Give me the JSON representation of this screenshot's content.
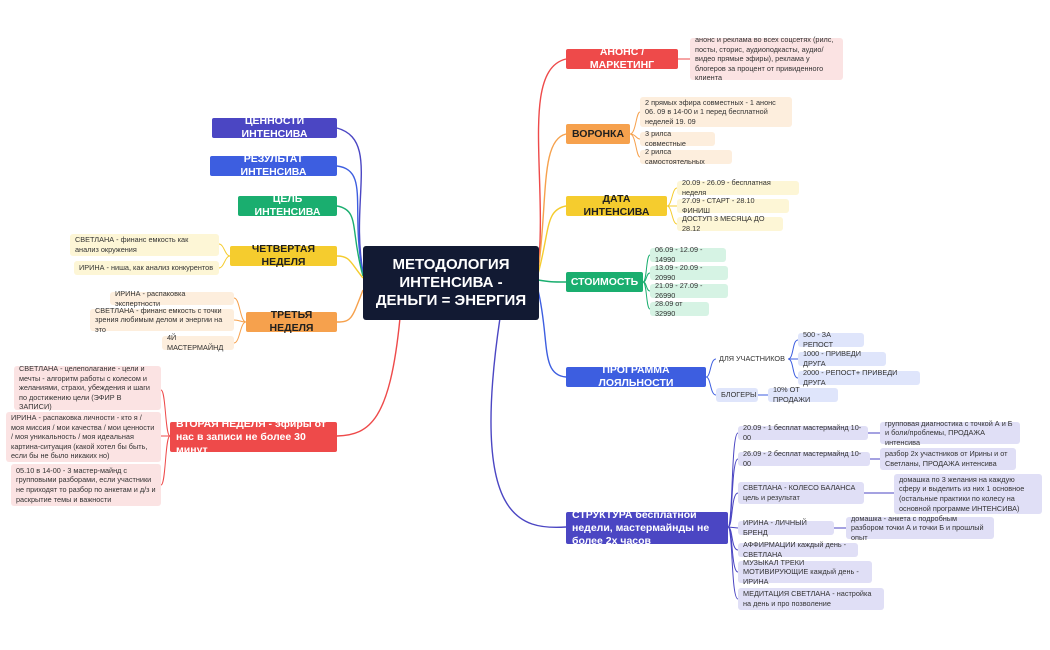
{
  "center": {
    "title": "МЕТОДОЛОГИЯ ИНТЕНСИВА - ДЕНЬГИ = ЭНЕРГИЯ"
  },
  "left": {
    "values": "ЦЕННОСТИ ИНТЕНСИВА",
    "result": "РЕЗУЛЬТАТ ИНТЕНСИВА",
    "goal": "ЦЕЛЬ ИНТЕНСИВА",
    "week4": {
      "title": "ЧЕТВЕРТАЯ НЕДЕЛЯ",
      "items": [
        "СВЕТЛАНА - финанс емкость как анализ окружения",
        "ИРИНА - ниша,  как анализ конкурентов"
      ]
    },
    "week3": {
      "title": "ТРЕТЬЯ НЕДЕЛЯ",
      "items": [
        "ИРИНА - распаковка экспертности",
        "СВЕТЛАНА - финанс емкость с точки зрения любимым делом и энергии на это",
        "4Й МАСТЕРМАЙНД"
      ]
    },
    "week2": {
      "title": "ВТОРАЯ НЕДЕЛЯ - эфиры от нас в записи не более 30 минут",
      "items": [
        "СВЕТЛАНА - целеполагание - цели и мечты - алгоритм работы с колесом и желаниями, страхи, убеждения и шаги по достижению цели (ЭФИР В ЗАПИСИ)",
        "ИРИНА - распаковка личности - кто я / моя миссия / мои качества / мои ценности / моя уникальность / моя идеальная картина-ситуация (какой  хотел бы быть, если бы не было никаких но)",
        "05.10 в 14-00 - 3 мастер-майнд с групповыми разборами, если участники не приходят то разбор по анкетам и д/з и раскрытие темы и важности"
      ]
    }
  },
  "right": {
    "announce": {
      "title": "АНОНС / МАРКЕТИНГ",
      "text": "анонс и реклама во всех соцсетях (рилс, посты, сторис, аудиоподкасты, аудио/видео прямые эфиры), реклама у блогеров за процент от привиденного клиента"
    },
    "funnel": {
      "title": "ВОРОНКА",
      "items": [
        "2 прямых эфира совместных - 1 анонс 06. 09 в 14-00 и 1 перед бесплатной неделей 19. 09",
        "3 рилса совместные",
        "2 рилса самостоятельных"
      ]
    },
    "date": {
      "title": "ДАТА ИНТЕНСИВА",
      "items": [
        "20.09 - 26.09 - бесплатная неделя",
        "27.09 - СТАРТ - 28.10 ФИНИШ",
        "ДОСТУП 3 МЕСЯЦА ДО 28.12"
      ]
    },
    "cost": {
      "title": "СТОИМОСТЬ",
      "items": [
        "06.09 - 12.09 - 14990",
        "13.09 - 20.09 - 20990",
        "21.09 - 27.09 - 26990",
        "28.09 от 32990"
      ]
    },
    "loyalty": {
      "title": "ПРОГРАММА ЛОЯЛЬНОСТИ",
      "participants": "ДЛЯ УЧАСТНИКОВ",
      "participant_items": [
        "500 - ЗА РЕПОСТ",
        "1000 - ПРИВЕДИ ДРУГА",
        "2000 - РЕПОСТ+ ПРИВЕДИ ДРУГА"
      ],
      "bloggers": "БЛОГЕРЫ",
      "blogger_item": "10% ОТ ПРОДАЖИ"
    },
    "structure": {
      "title": "СТРУКТУРА бесплатной недели, мастермайнды не более 2х часов",
      "items": [
        {
          "label": "20.09 - 1 бесплат мастермайнд 10-00",
          "detail": "групповая диагностика с точкой А и Б и боли/проблемы, ПРОДАЖА интенсива"
        },
        {
          "label": "26.09 - 2 бесплат мастермайнд 10-00",
          "detail": "разбор 2х участников от Ирины и от Светланы, ПРОДАЖА интенсива"
        },
        {
          "label": "СВЕТЛАНА - КОЛЕСО БАЛАНСА цель и результат",
          "detail": "домашка по 3 желания на каждую сферу и выделить из них 1 основное (остальные практики по колесу на основной программе ИНТЕНСИВА)"
        },
        {
          "label": "ИРИНА - ЛИЧНЫЙ БРЕНД",
          "detail": "домашка - анкета с подробным разбором точки А и точки Б и прошлый опыт"
        },
        {
          "label": "АФФИРМАЦИИ каждый день - СВЕТЛАНА"
        },
        {
          "label": "МУЗЫКАЛ ТРЕКИ МОТИВИРУЮЩИЕ каждый день - ИРИНА"
        },
        {
          "label": "МЕДИТАЦИЯ СВЕТЛАНА  - настройка на день и про позволение"
        }
      ]
    }
  },
  "colors": {
    "center": "#121a33",
    "red": "#ee4a4a",
    "orange": "#f6a14d",
    "yellow": "#f5cc2e",
    "green": "#1aae6f",
    "blue": "#3d5ee0",
    "purple": "#4b46c3",
    "week4": "#f5cc2e",
    "week3": "#f6a14d",
    "week2": "#ee4a4a",
    "values": "#4b46c3",
    "result": "#3d5ee0",
    "goal": "#1aae6f"
  }
}
